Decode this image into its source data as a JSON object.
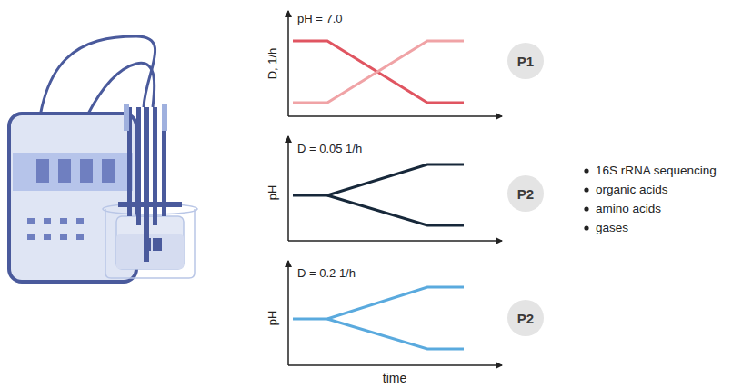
{
  "diagram": {
    "nodes": [
      {
        "text": [
          "P1"
        ]
      },
      {
        "text": [
          "P2"
        ]
      },
      {
        "text": [
          "P2"
        ]
      }
    ],
    "labels": [
      "pH = 7.0",
      "D, 1/h",
      "D = 0.05 1/h",
      "pH",
      "D = 0.2 1/h",
      "pH",
      "time",
      "16S rRNA sequencing",
      "organic acids",
      "amino acids",
      "gases"
    ]
  }
}
